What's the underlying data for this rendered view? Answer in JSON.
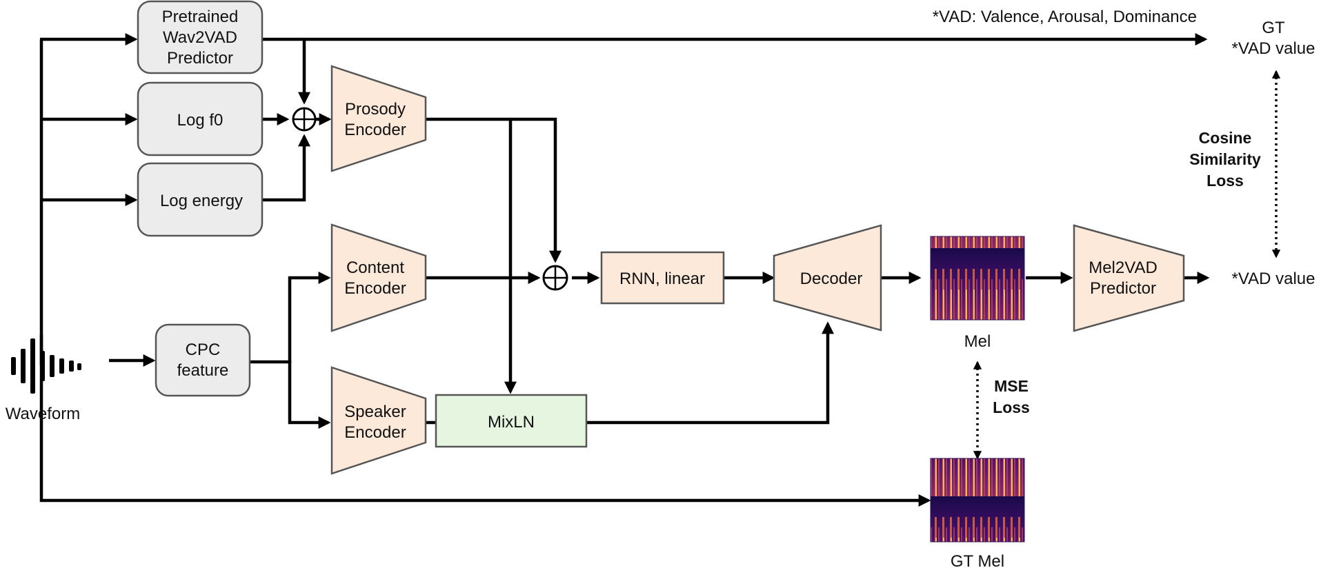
{
  "note": "*VAD: Valence, Arousal, Dominance",
  "blocks": {
    "wav2vad": "Pretrained\nWav2VAD\nPredictor",
    "logf0": "Log f0",
    "logenergy": "Log energy",
    "cpc": "CPC\nfeature",
    "prosody_encoder": "Prosody\nEncoder",
    "content_encoder": "Content\nEncoder",
    "speaker_encoder": "Speaker\nEncoder",
    "mixln": "MixLN",
    "rnn_linear": "RNN, linear",
    "decoder": "Decoder",
    "mel2vad": "Mel2VAD\nPredictor"
  },
  "labels": {
    "waveform": "Waveform",
    "mel": "Mel",
    "gt_mel": "GT Mel",
    "gt_vad": "GT\n*VAD value",
    "vad_value": "*VAD value",
    "cosine_loss": "Cosine\nSimilarity\nLoss",
    "mse_loss": "MSE\nLoss"
  },
  "colors": {
    "gray_fill": "#ececec",
    "gray_stroke": "#555555",
    "orange_fill": "#fde9da",
    "orange_stroke": "#555555",
    "green_fill": "#e6f5e0",
    "green_stroke": "#555555",
    "line": "#000000"
  }
}
